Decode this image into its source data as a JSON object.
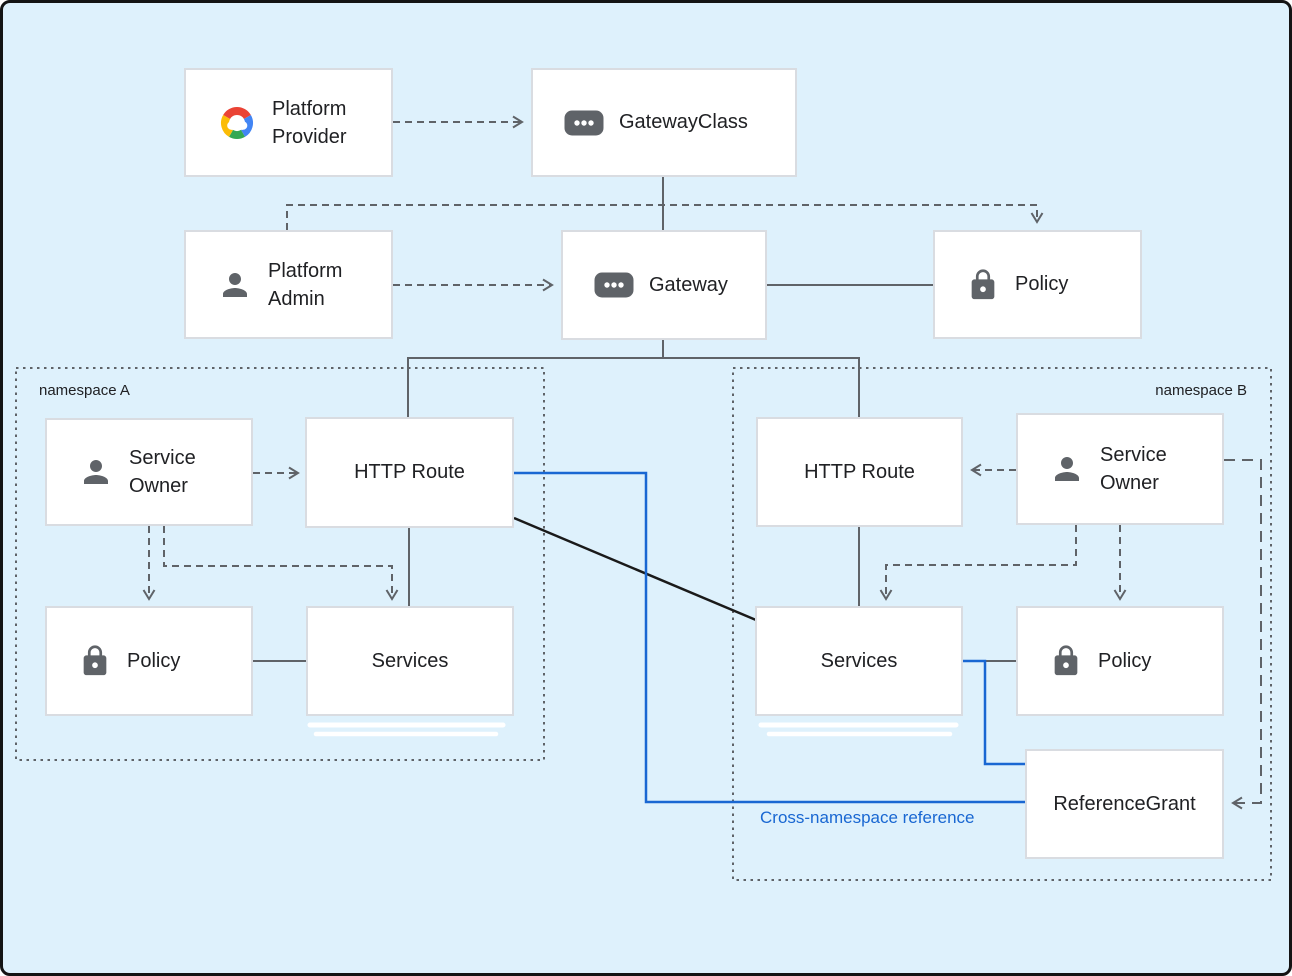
{
  "colors": {
    "background": "#def1fc",
    "frame_border": "#141414",
    "node_fill": "#ffffff",
    "node_border": "#d9dce1",
    "text": "#202124",
    "line_gray": "#5f6368",
    "line_black": "#1a1a1a",
    "accent_blue": "#1967d2",
    "icon_gray": "#5f6368",
    "google_red": "#EA4335",
    "google_blue": "#4285F4",
    "google_yellow": "#FBBC05",
    "google_green": "#34A853"
  },
  "namespaces": {
    "a": {
      "label": "namespace A"
    },
    "b": {
      "label": "namespace B"
    }
  },
  "nodes": {
    "platform_provider": {
      "line1": "Platform",
      "line2": "Provider",
      "icon": "google-cloud-logo"
    },
    "gateway_class": {
      "label": "GatewayClass",
      "icon": "resource-dots-icon"
    },
    "platform_admin": {
      "line1": "Platform",
      "line2": "Admin",
      "icon": "person-icon"
    },
    "gateway": {
      "label": "Gateway",
      "icon": "resource-dots-icon"
    },
    "policy_top": {
      "label": "Policy",
      "icon": "lock-icon"
    },
    "service_owner_a": {
      "line1": "Service",
      "line2": "Owner",
      "icon": "person-icon"
    },
    "http_route_a": {
      "label": "HTTP Route"
    },
    "policy_a": {
      "label": "Policy",
      "icon": "lock-icon"
    },
    "services_a": {
      "label": "Services"
    },
    "http_route_b": {
      "label": "HTTP Route"
    },
    "service_owner_b": {
      "line1": "Service",
      "line2": "Owner",
      "icon": "person-icon"
    },
    "services_b": {
      "label": "Services"
    },
    "policy_b": {
      "label": "Policy",
      "icon": "lock-icon"
    },
    "reference_grant": {
      "label": "ReferenceGrant"
    }
  },
  "annotations": {
    "cross_namespace_reference": "Cross-namespace reference"
  }
}
